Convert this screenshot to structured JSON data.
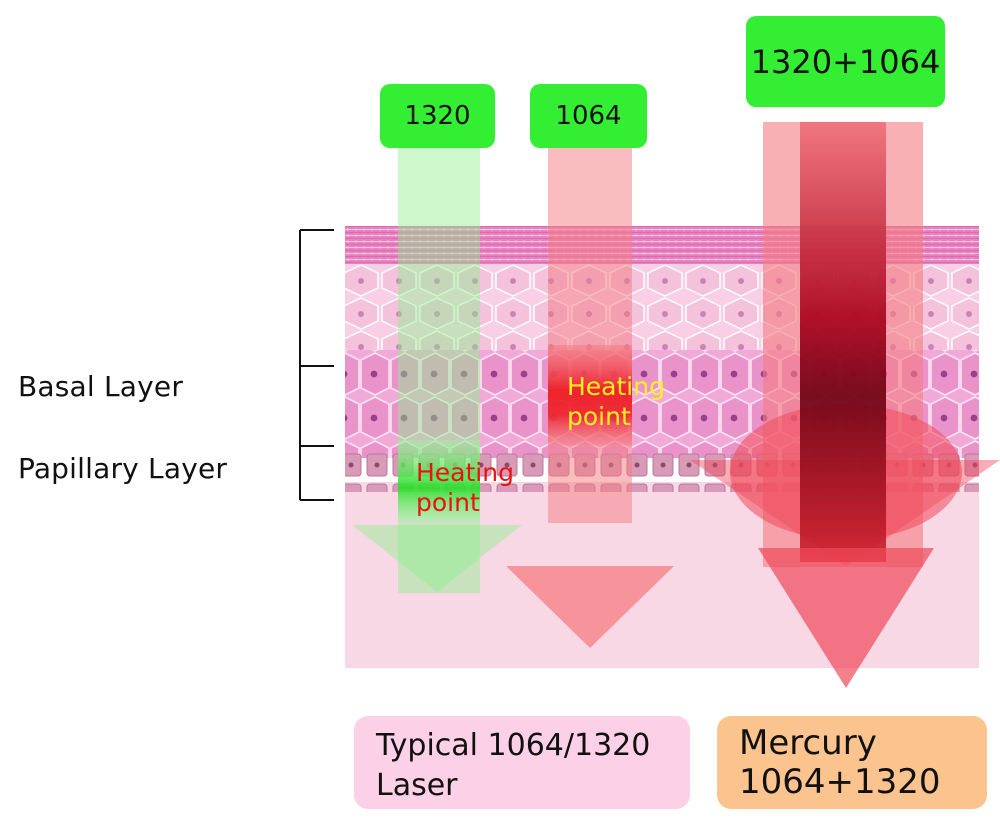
{
  "layers": {
    "basal": "Basal Layer",
    "papillary": "Papillary Layer"
  },
  "beams": {
    "b1320": {
      "label": "1320",
      "heating_line1": "Heating",
      "heating_line2": "point",
      "color": "#8ef08e"
    },
    "b1064": {
      "label": "1064",
      "heating_line1": "Heating",
      "heating_line2": "point",
      "color": "#f4787c"
    },
    "combo": {
      "label": "1320+1064",
      "color": "#e8263a"
    }
  },
  "captions": {
    "typical_line1": "Typical 1064/1320",
    "typical_line2": "Laser",
    "mercury_line1": "Mercury",
    "mercury_line2": "1064+1320"
  },
  "colors": {
    "label_box": "#33ee33",
    "typical_box": "#fcd0e6",
    "mercury_box": "#fbc48f",
    "heat_red": "#ee1111",
    "heat_yellow": "#ffee22",
    "skin_dermis": "#f9d6e4",
    "stratum": "#e07ab7"
  }
}
